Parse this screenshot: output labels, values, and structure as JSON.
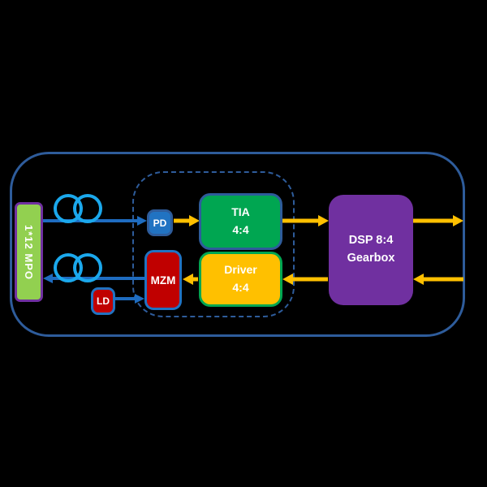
{
  "colors": {
    "outline": "#2E5C9B",
    "optical": "#1E6CC0",
    "fiber": "#1BA8EC",
    "signal": "#FFC000",
    "green": "#00A651",
    "lime": "#92D050",
    "purple": "#7030A0",
    "red": "#C00000",
    "midblue": "#2173C2"
  },
  "module": {
    "blocks": {
      "mpo": {
        "label": "1*12 MPO"
      },
      "pd": {
        "label": "PD"
      },
      "mzm": {
        "label": "MZM"
      },
      "ld": {
        "label": "LD"
      },
      "tia": {
        "line1": "TIA",
        "line2": "4:4"
      },
      "driver": {
        "line1": "Driver",
        "line2": "4:4"
      },
      "dsp": {
        "line1": "DSP 8:4",
        "line2": "Gearbox"
      }
    },
    "icons": {
      "fiber_loop": "two-overlapping-circles",
      "arrow": "straight-arrow"
    }
  }
}
